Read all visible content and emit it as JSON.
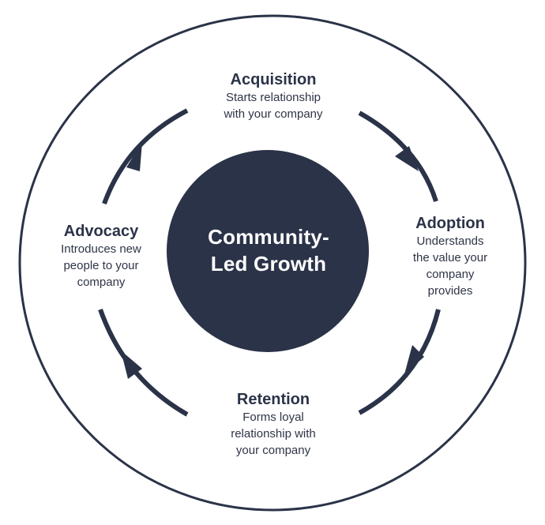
{
  "center": {
    "line1": "Community-",
    "line2": "Led Growth"
  },
  "stages": {
    "acquisition": {
      "title": "Acquisition",
      "desc": [
        "Starts relationship",
        "with your company"
      ]
    },
    "adoption": {
      "title": "Adoption",
      "desc": [
        "Understands",
        "the value your",
        "company",
        "provides"
      ]
    },
    "retention": {
      "title": "Retention",
      "desc": [
        "Forms loyal",
        "relationship with",
        "your company"
      ]
    },
    "advocacy": {
      "title": "Advocacy",
      "desc": [
        "Introduces new",
        "people to your",
        "company"
      ]
    }
  },
  "colors": {
    "ink": "#2b3348",
    "background": "#ffffff"
  },
  "icons": {
    "cycle_arrows": "arrow-head-icon"
  }
}
